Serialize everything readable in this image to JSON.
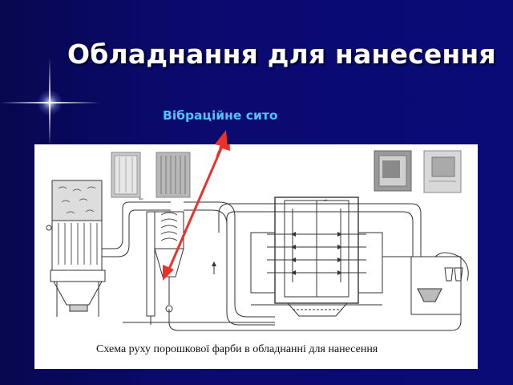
{
  "slide": {
    "title": "Обладнання для нанесення",
    "callout_label": "Вібраційне сито",
    "diagram_caption": "Схема руху порошкової фарби в обладнанні для нанесення"
  },
  "colors": {
    "background": "#0a0a6e",
    "title_text": "#ffffff",
    "callout_text": "#4fc3ff",
    "arrow": "#e8322a",
    "diagram_background": "#ffffff"
  }
}
